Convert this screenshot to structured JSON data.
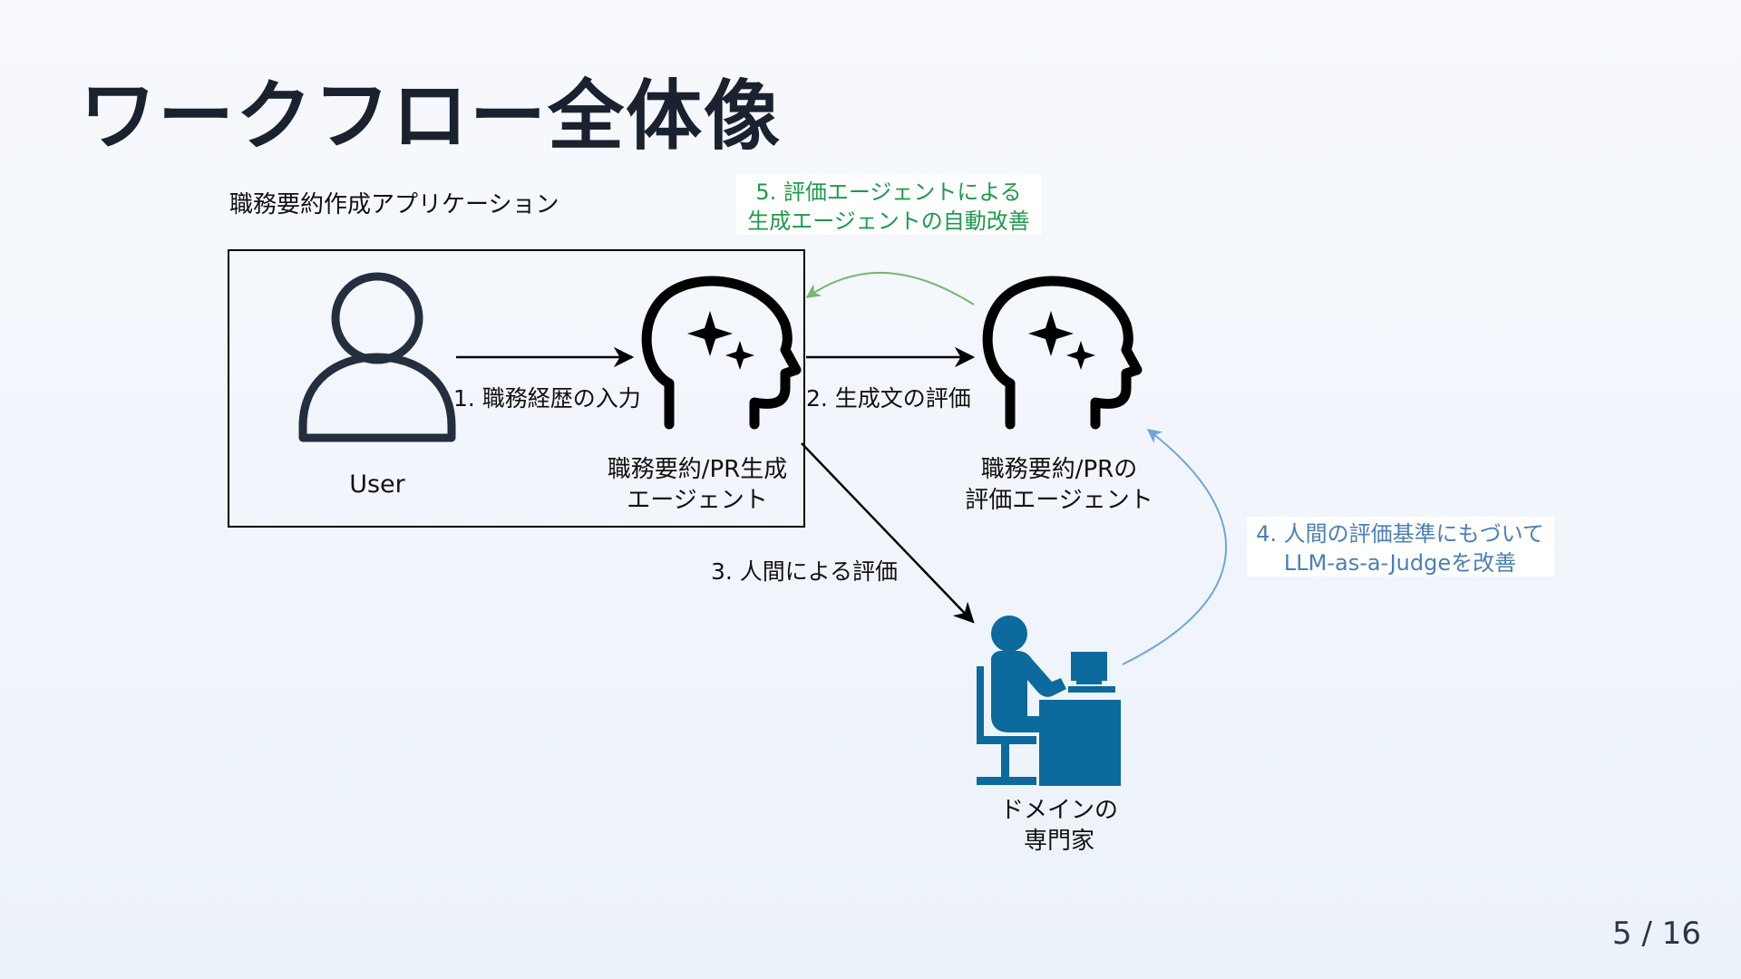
{
  "slide": {
    "title": "ワークフロー全体像",
    "page_number": "5 / 16"
  },
  "diagram": {
    "app_label": "職務要約作成アプリケーション",
    "user_label": "User",
    "gen_agent": {
      "line1": "職務要約/PR生成",
      "line2": "エージェント"
    },
    "eval_agent": {
      "line1": "職務要約/PRの",
      "line2": "評価エージェント"
    },
    "expert": {
      "line1": "ドメインの",
      "line2": "専門家"
    },
    "steps": {
      "step1": "1. 職務経歴の入力",
      "step2": "2. 生成文の評価",
      "step3": "3. 人間による評価",
      "step4_line1": "4. 人間の評価基準にもづいて",
      "step4_line2": "LLM-as-a-Judgeを改善",
      "step5_line1": "5. 評価エージェントによる",
      "step5_line2": "生成エージェントの自動改善"
    }
  },
  "colors": {
    "step4": "#4a7fb5",
    "step5": "#1f9a4a",
    "arrow_green": "#74b86b",
    "arrow_blue": "#6aa8db",
    "expert_icon": "#0d6a9c"
  }
}
